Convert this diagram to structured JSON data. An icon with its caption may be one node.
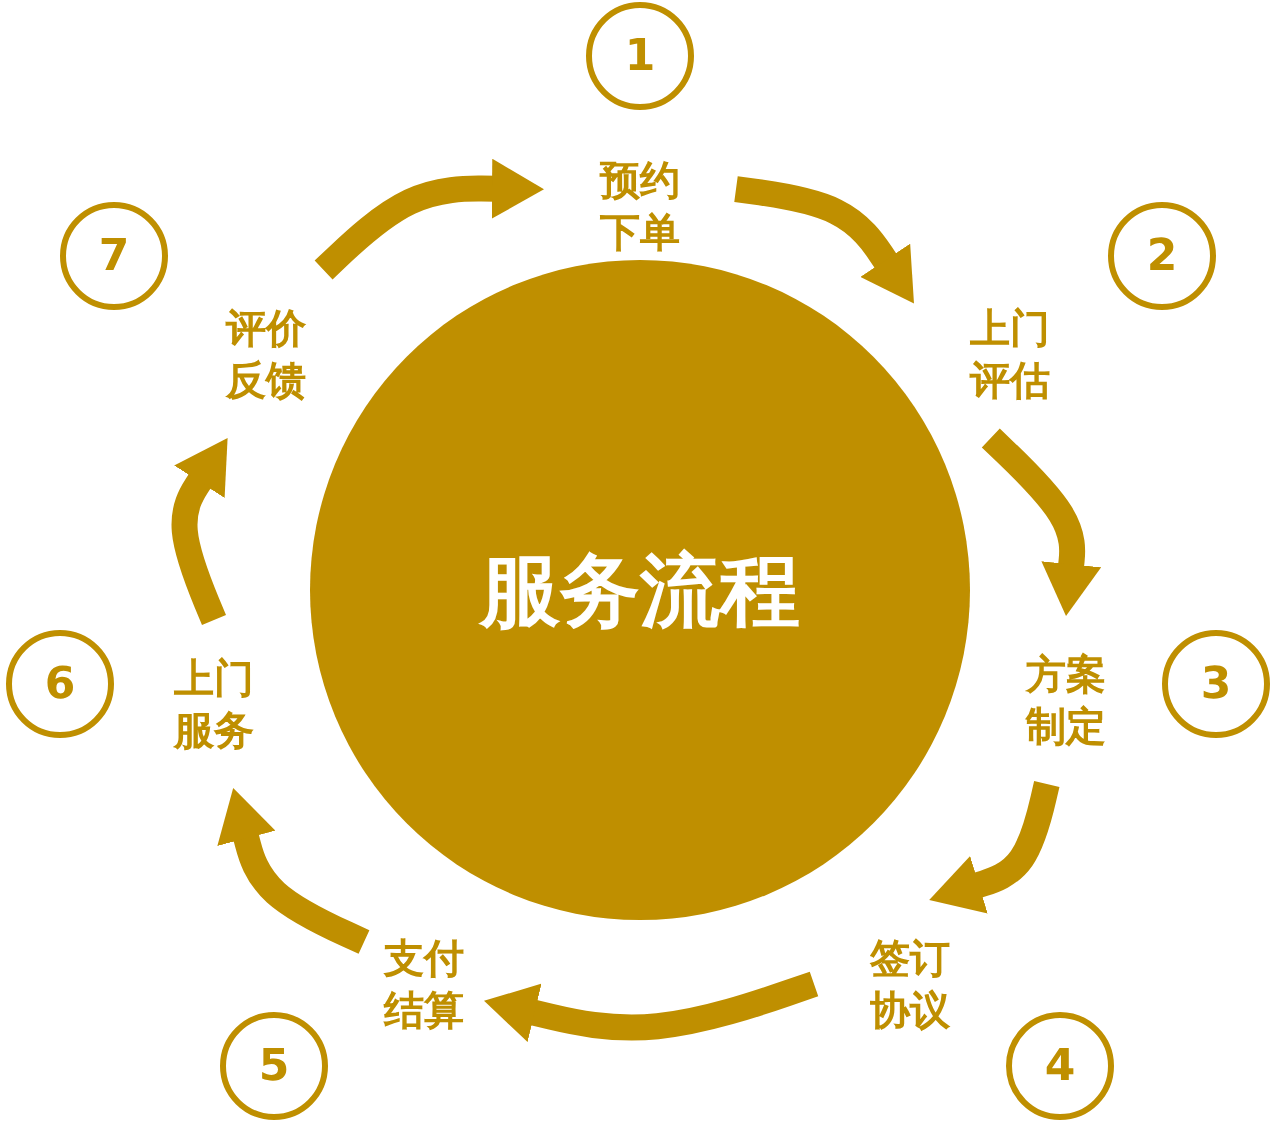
{
  "diagram": {
    "nodes": [
      {
        "text": [
          "服务流程"
        ]
      },
      {
        "text": [
          "预约下单"
        ]
      },
      {
        "text": [
          "上门评估"
        ]
      },
      {
        "text": [
          "方案制定"
        ]
      },
      {
        "text": [
          "签订协议"
        ]
      },
      {
        "text": [
          "支付结算"
        ]
      },
      {
        "text": [
          "上门服务"
        ]
      },
      {
        "text": [
          "评价反馈"
        ]
      },
      {
        "text": [
          "1"
        ]
      },
      {
        "text": [
          "2"
        ]
      },
      {
        "text": [
          "3"
        ]
      },
      {
        "text": [
          "4"
        ]
      },
      {
        "text": [
          "5"
        ]
      },
      {
        "text": [
          "6"
        ]
      },
      {
        "text": [
          "7"
        ]
      }
    ],
    "edges": [
      {
        "from": 1,
        "to": 2,
        "arrow": "to"
      },
      {
        "from": 2,
        "to": 3,
        "arrow": "to"
      },
      {
        "from": 3,
        "to": 4,
        "arrow": "to"
      },
      {
        "from": 4,
        "to": 5,
        "arrow": "to"
      },
      {
        "from": 5,
        "to": 6,
        "arrow": "to"
      },
      {
        "from": 6,
        "to": 7,
        "arrow": "to"
      },
      {
        "from": 7,
        "to": 1,
        "arrow": "to"
      }
    ]
  }
}
